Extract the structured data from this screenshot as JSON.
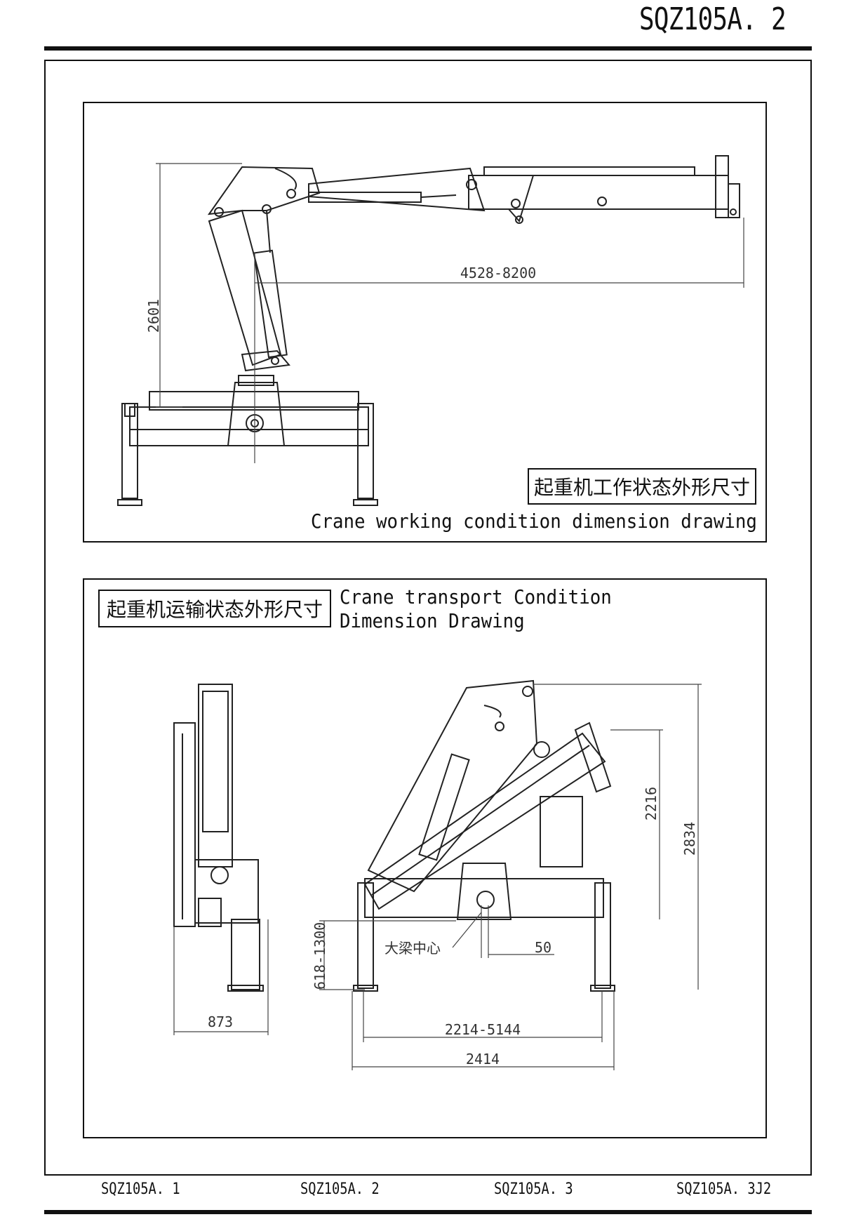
{
  "header": {
    "drawing_number": "SQZ105A. 2"
  },
  "working_view": {
    "caption_cn": "起重机工作状态外形尺寸",
    "caption_en": "Crane working condition dimension drawing",
    "dim_height": "2601",
    "dim_reach": "4528-8200"
  },
  "transport_view": {
    "caption_cn": "起重机运输状态外形尺寸",
    "caption_en_line1": "Crane transport Condition",
    "caption_en_line2": "Dimension Drawing",
    "dim_width_side": "873",
    "dim_leg_range": "618-1300",
    "dim_beam_label": "大梁中心",
    "dim_offset": "50",
    "dim_spread_range": "2214-5144",
    "dim_spread": "2414",
    "dim_height_inner": "2216",
    "dim_height_total": "2834"
  },
  "footer": {
    "sheets": [
      "SQZ105A. 1",
      "SQZ105A. 2",
      "SQZ105A. 3",
      "SQZ105A. 3J2"
    ]
  }
}
